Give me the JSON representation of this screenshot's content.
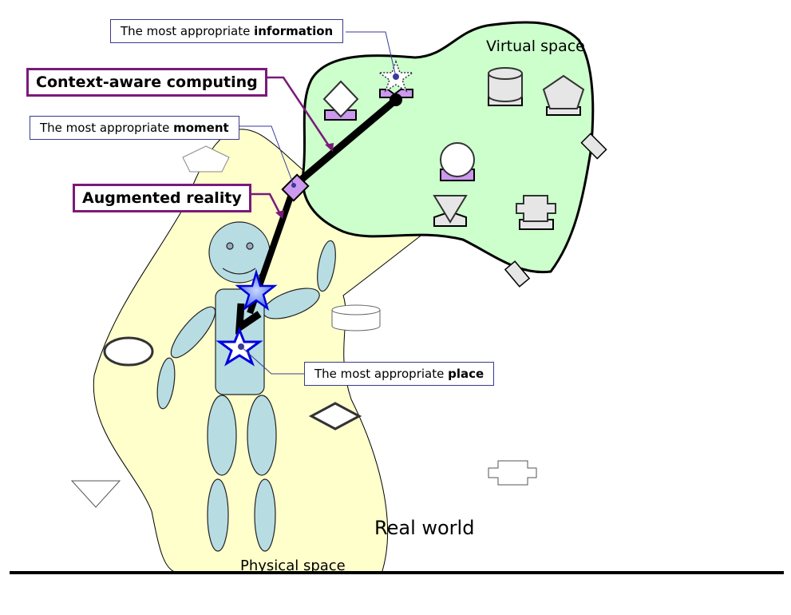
{
  "labels": {
    "information": {
      "prefix": "The most appropriate ",
      "bold": "information"
    },
    "moment": {
      "prefix": "The most appropriate ",
      "bold": "moment"
    },
    "place": {
      "prefix": "The most appropriate ",
      "bold": "place"
    },
    "context_aware": "Context-aware computing",
    "augmented_reality": "Augmented reality",
    "virtual_space": "Virtual space",
    "physical_space": "Physical space",
    "real_world": "Real world"
  },
  "colors": {
    "virtual_space": "#ccffcc",
    "physical_space": "#ffffcc",
    "person": "#b7dde3",
    "highlight": "#cc99ee",
    "callout_border": "#7a1a7a",
    "star": "#0000dd"
  }
}
